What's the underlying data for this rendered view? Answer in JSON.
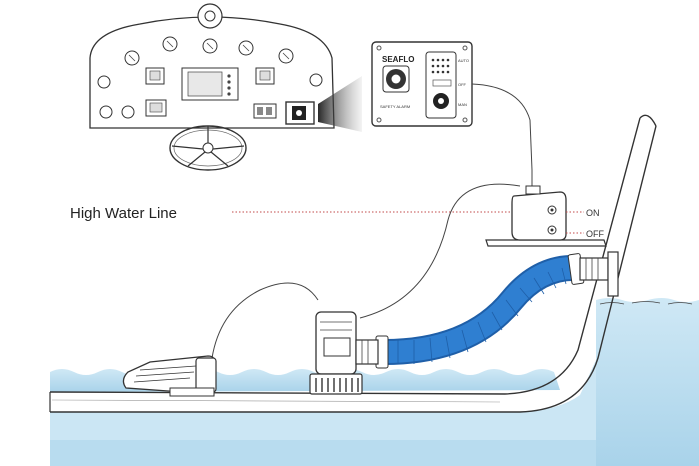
{
  "labels": {
    "high_water_line": "High Water Line",
    "on": "ON",
    "off": "OFF",
    "brand": "SEAFLO",
    "safety_alarm": "SAFETY ALARM",
    "auto": "AUTO",
    "off_small": "OFF",
    "man": "MAN"
  },
  "colors": {
    "water": "#bfe0f0",
    "water_deep": "#a9d4ea",
    "hose": "#2f7fd1",
    "hose_dark": "#1f5fa8",
    "waterline": "#c24a4a"
  },
  "icons": [
    "helm-wheel-icon",
    "gauge-icon",
    "float-switch-icon",
    "bilge-pump-icon"
  ]
}
